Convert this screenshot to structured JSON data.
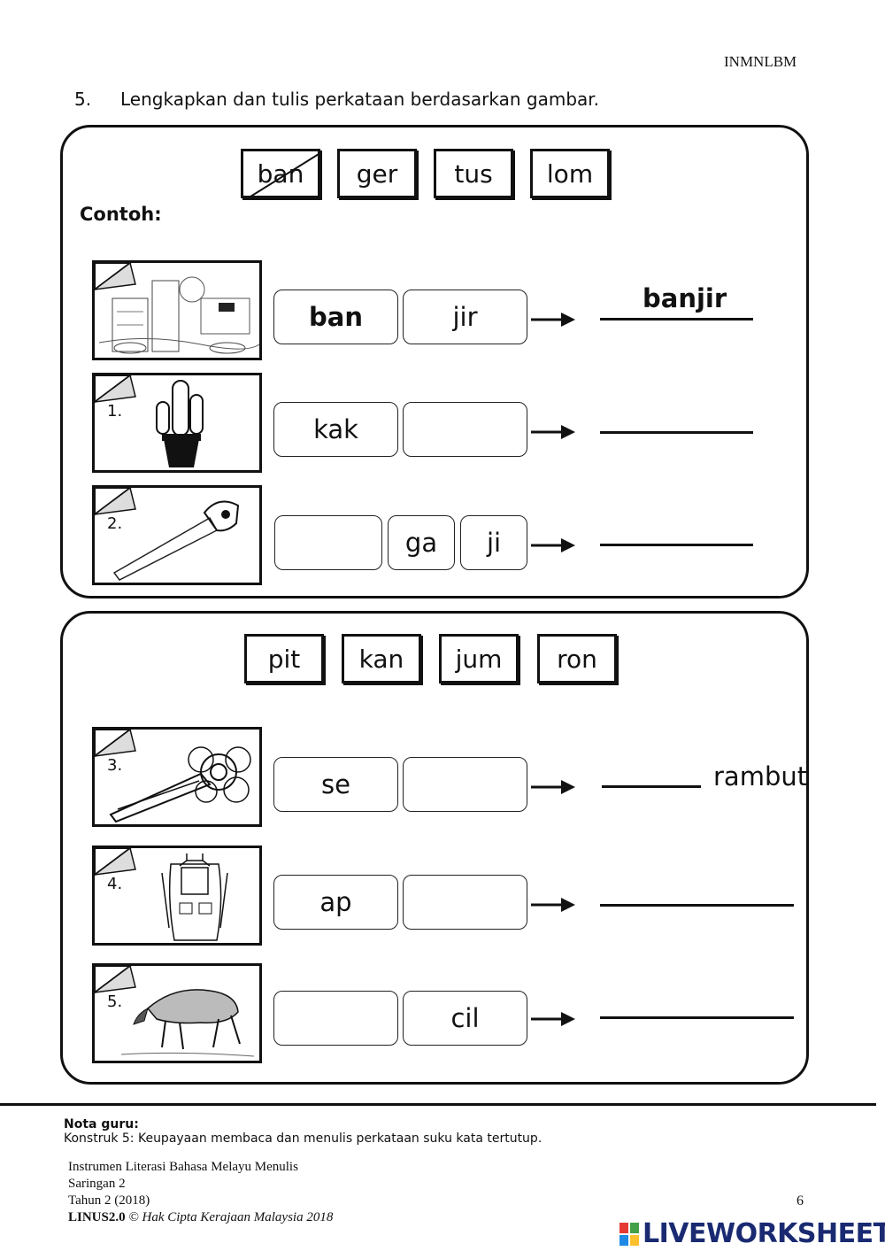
{
  "header": {
    "code": "INMNLBM"
  },
  "question": {
    "number": "5.",
    "instruction": "Lengkapkan dan tulis perkataan berdasarkan gambar."
  },
  "section_a": {
    "syllables": [
      "ban",
      "ger",
      "tus",
      "lom"
    ],
    "example_label": "Contoh:",
    "example": {
      "box1": "ban",
      "box2": "jir",
      "answer": "banjir"
    },
    "items": [
      {
        "number": "1.",
        "picture": "cactus-picture",
        "boxes": [
          "kak",
          "",
          ""
        ]
      },
      {
        "number": "2.",
        "picture": "saw-picture",
        "boxes": [
          "",
          "ga",
          "ji"
        ]
      }
    ]
  },
  "section_b": {
    "syllables": [
      "pit",
      "kan",
      "jum",
      "ron"
    ],
    "items": [
      {
        "number": "3.",
        "picture": "hairclip-picture",
        "boxes": [
          "se",
          ""
        ],
        "suffix": "rambut"
      },
      {
        "number": "4.",
        "picture": "apron-picture",
        "boxes": [
          "ap",
          ""
        ]
      },
      {
        "number": "5.",
        "picture": "mousedeer-picture",
        "boxes": [
          "",
          "cil"
        ]
      }
    ]
  },
  "footer": {
    "nota_heading": "Nota guru:",
    "nota_text": "Konstruk 5: Keupayaan membaca dan menulis perkataan suku kata tertutup.",
    "lines": [
      "Instrumen Literasi Bahasa Melayu Menulis",
      "Saringan 2",
      "Tahun 2 (2018)"
    ],
    "copyright_bold": "LINUS2.0",
    "copyright_rest": "© Hak Cipta Kerajaan Malaysia 2018",
    "page_number": "6",
    "brand": "LIVEWORKSHEETS"
  }
}
